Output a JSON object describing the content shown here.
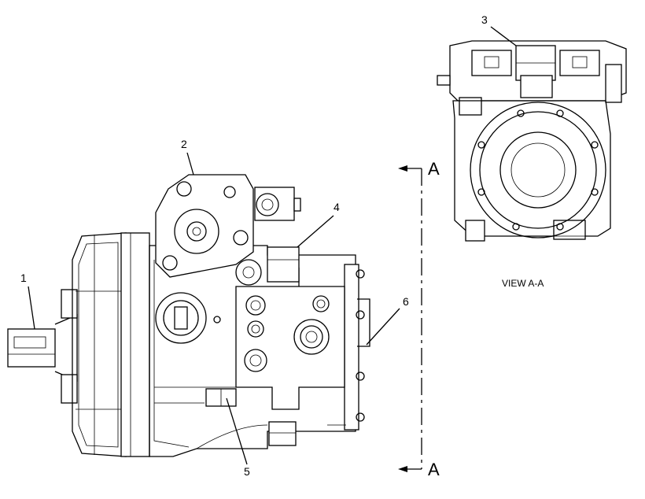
{
  "callouts": {
    "c1": "1",
    "c2": "2",
    "c3": "3",
    "c4": "4",
    "c5": "5",
    "c6": "6"
  },
  "section": {
    "top_label": "A",
    "bottom_label": "A",
    "view_caption": "VIEW A-A"
  },
  "colors": {
    "line": "#000000",
    "background": "#ffffff"
  }
}
